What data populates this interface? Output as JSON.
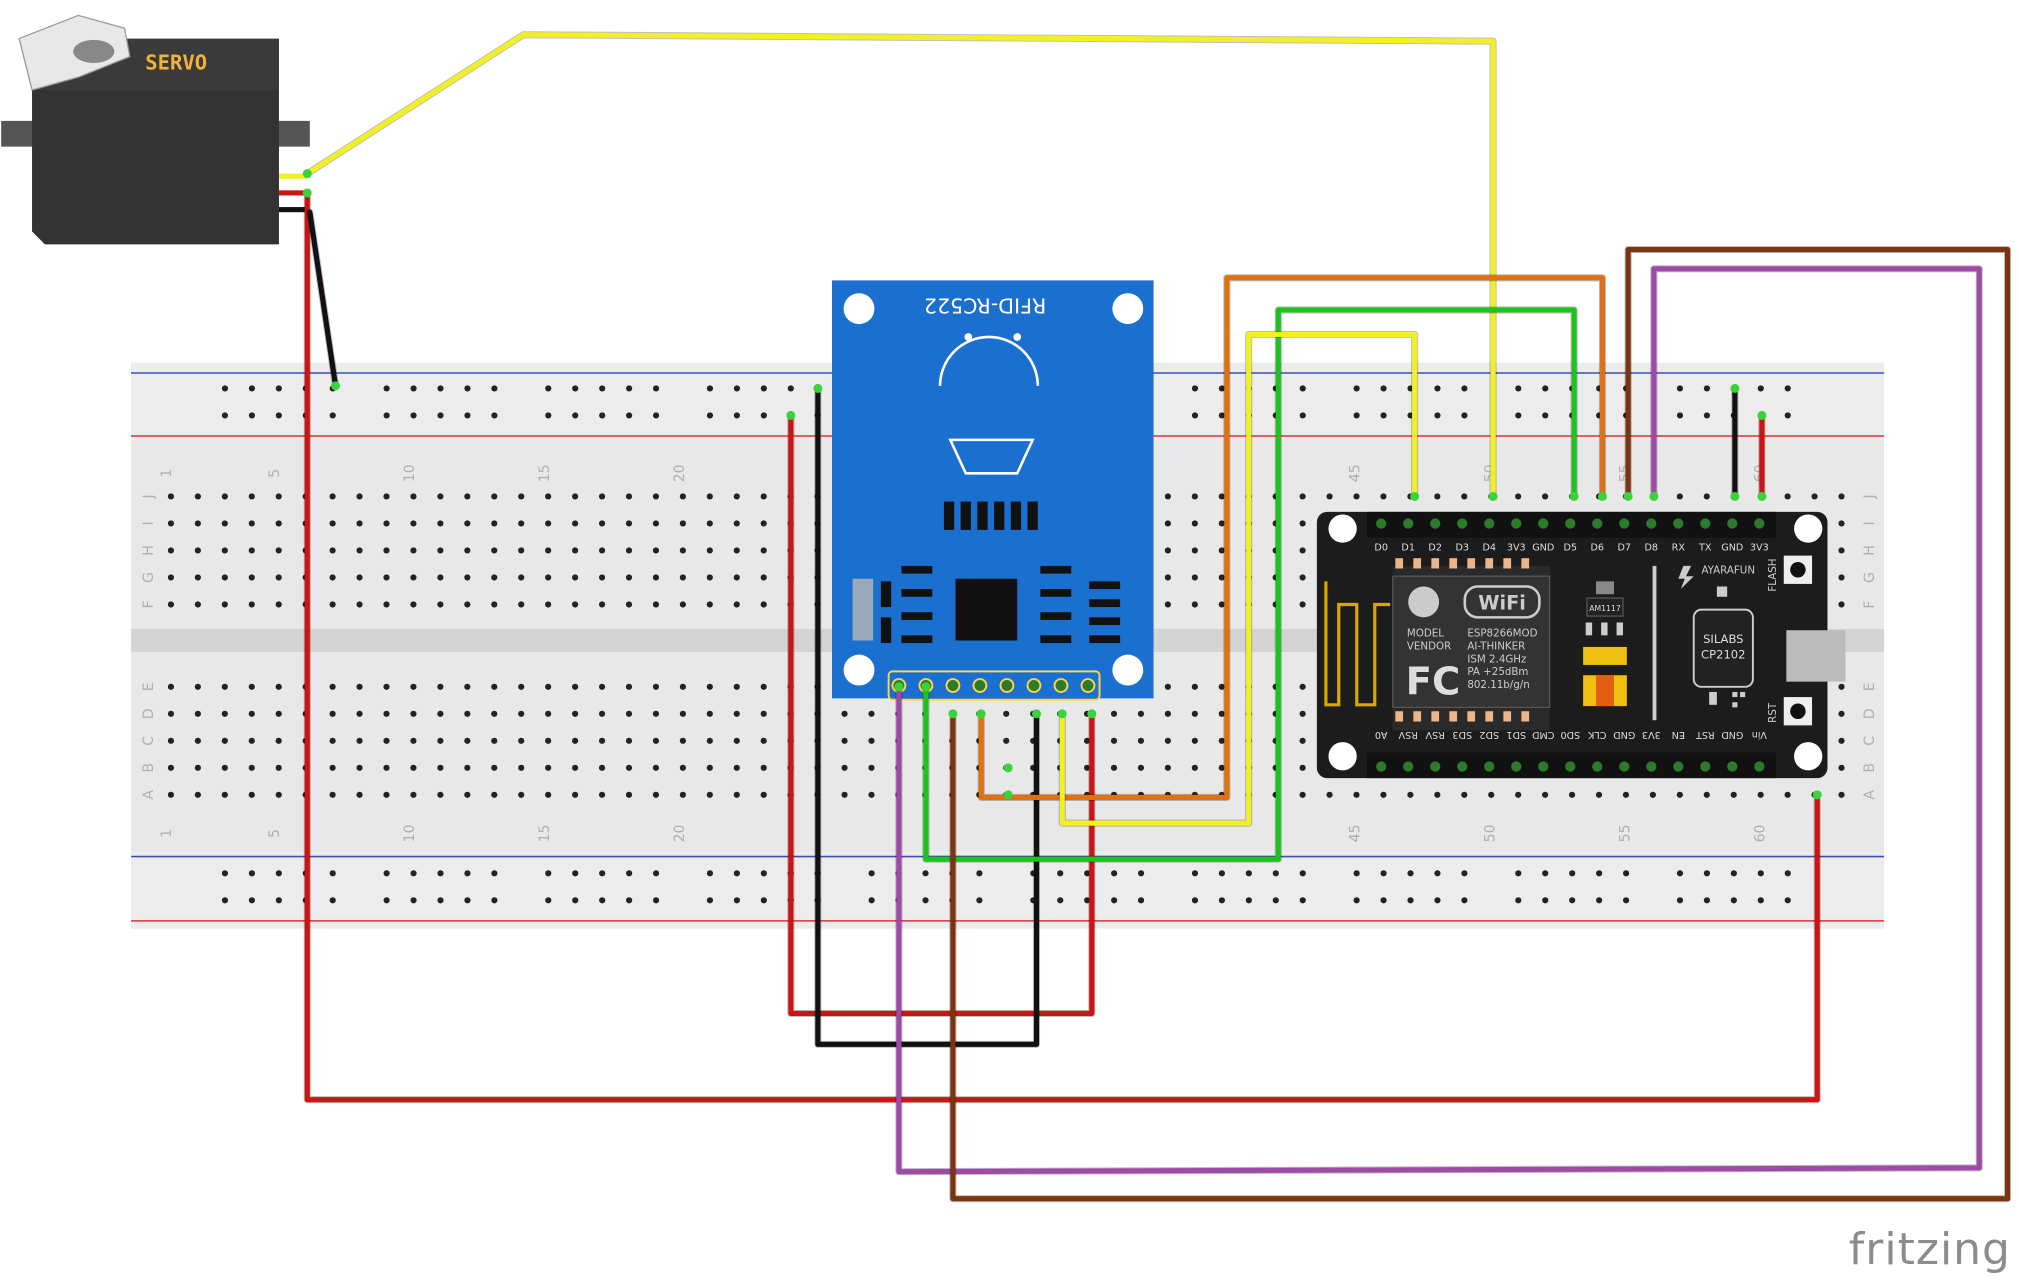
{
  "servo": {
    "label": "SERVO"
  },
  "rfid": {
    "label": "RFID-RC522"
  },
  "nodemcu": {
    "top_pins": [
      "D0",
      "D1",
      "D2",
      "D3",
      "D4",
      "3V3",
      "GND",
      "D5",
      "D6",
      "D7",
      "D8",
      "RX",
      "TX",
      "GND",
      "3V3"
    ],
    "bottom_pins": [
      "A0",
      "RSV",
      "RSV",
      "SD3",
      "SD2",
      "SD1",
      "CMD",
      "SD0",
      "CLK",
      "GND",
      "3V3",
      "EN",
      "RST",
      "GND",
      "Vin"
    ],
    "brand": "AYARAFUN",
    "flash_label": "FLASH",
    "rst_label": "RST",
    "regulator": "AM1117",
    "usb_chip": [
      "SILABS",
      "CP2102"
    ],
    "wifi_logo": "WiFi",
    "fcc_logo": "FC",
    "module_left": [
      "MODEL",
      "VENDOR"
    ],
    "module_right": [
      "ESP8266MOD",
      "AI-THINKER",
      "ISM 2.4GHz",
      "PA +25dBm",
      "802.11b/g/n"
    ]
  },
  "breadboard": {
    "column_numbers": [
      "1",
      "5",
      "10",
      "15",
      "20",
      "45",
      "50",
      "55",
      "60"
    ],
    "row_letters_top": [
      "J",
      "I",
      "H",
      "G",
      "F"
    ],
    "row_letters_bottom": [
      "E",
      "D",
      "C",
      "B",
      "A"
    ]
  },
  "watermark": "fritzing",
  "colors": {
    "red": "#cc1414",
    "black": "#111111",
    "yellow": "#f2ef24",
    "green": "#1ec41e",
    "orange": "#e07010",
    "brown": "#7a3410",
    "purple": "#a04aa8",
    "rfid_board": "#1a6fcf",
    "nodemcu_board": "#1c1c1c",
    "breadboard": "#e6e6e6"
  }
}
